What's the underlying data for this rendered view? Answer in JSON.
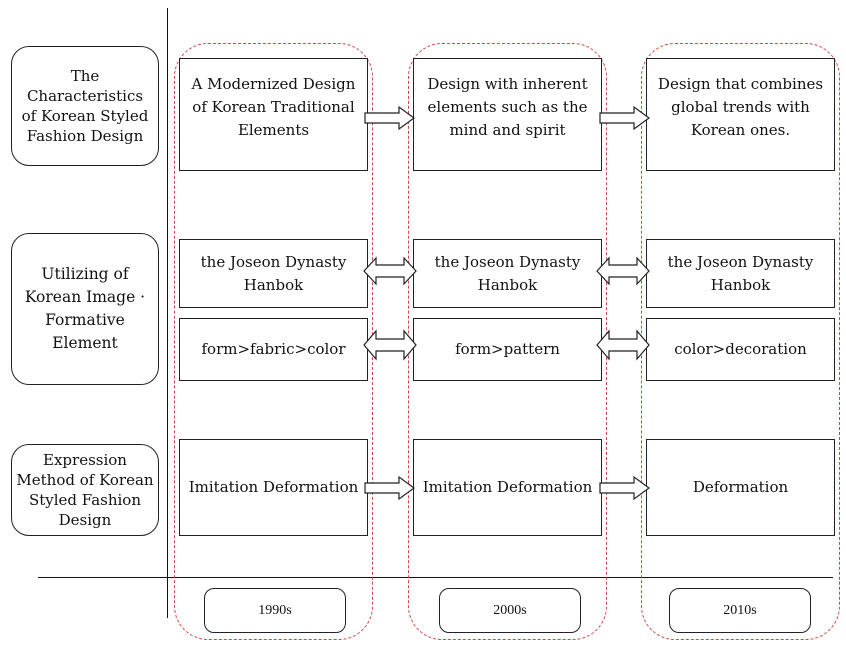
{
  "rows": [
    {
      "label": "The Characteristics of Korean Styled Fashion Design"
    },
    {
      "label": "Utilizing of Korean Image · Formative Element"
    },
    {
      "label": "Expression Method of Korean Styled Fashion Design"
    }
  ],
  "eras": [
    {
      "year": "1990s",
      "characteristics": "A Modernized Design of Korean Traditional Elements",
      "hanbok": "the Joseon Dynasty Hanbok",
      "elements": "form>fabric>color",
      "method": "Imitation Deformation"
    },
    {
      "year": "2000s",
      "characteristics": "Design with inherent elements such as the mind and spirit",
      "hanbok": "the Joseon Dynasty Hanbok",
      "elements": "form>pattern",
      "method": "Imitation Deformation"
    },
    {
      "year": "2010s",
      "characteristics": "Design that combines global trends with Korean ones.",
      "hanbok": "the Joseon Dynasty Hanbok",
      "elements": "color>decoration",
      "method": "Deformation"
    }
  ],
  "colors": {
    "era_border": "#d04545",
    "line": "#111111"
  }
}
